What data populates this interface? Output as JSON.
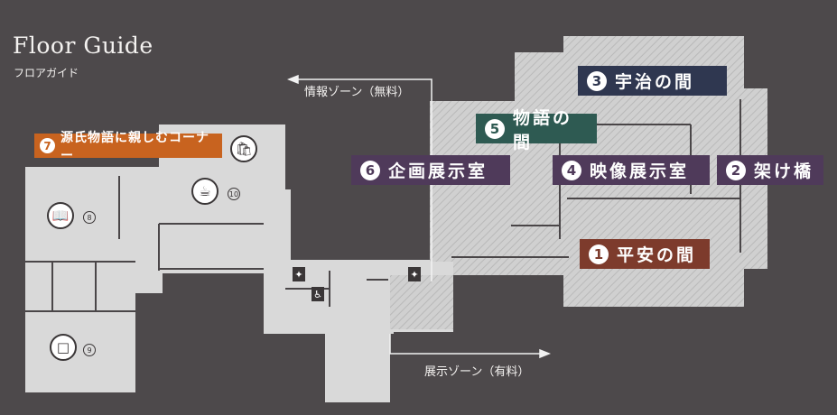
{
  "header": {
    "title": "Floor Guide",
    "subtitle": "フロアガイド"
  },
  "zones": {
    "info_zone": "情報ゾーン（無料）",
    "exhibit_zone": "展示ゾーン（有料）"
  },
  "rooms": [
    {
      "key": "room1",
      "number": "1",
      "label": "平安の間",
      "color": "#7d3b2c"
    },
    {
      "key": "room2",
      "number": "2",
      "label": "架け橋",
      "color": "#4f3a5a"
    },
    {
      "key": "room3",
      "number": "3",
      "label": "宇治の間",
      "color": "#2f3750"
    },
    {
      "key": "room4",
      "number": "4",
      "label": "映像展示室",
      "color": "#4f3a5a"
    },
    {
      "key": "room5",
      "number": "5",
      "label": "物語の間",
      "color": "#2e5a52"
    },
    {
      "key": "room6",
      "number": "6",
      "label": "企画展示室",
      "color": "#4f3a5a"
    },
    {
      "key": "room7",
      "number": "7",
      "label": "源氏物語に親しむコーナー",
      "color": "#c8631f"
    }
  ],
  "facilities": [
    {
      "key": "shop",
      "icon": "shopping-bag-icon",
      "number": ""
    },
    {
      "key": "cafe",
      "icon": "coffee-cup-icon",
      "number": "10"
    },
    {
      "key": "library",
      "icon": "book-icon",
      "number": "8"
    },
    {
      "key": "lounge",
      "icon": "sofa-icon",
      "number": "9"
    }
  ],
  "colors": {
    "background": "#4d494b",
    "floor_free": "#d7d7d7",
    "floor_paid_hatch": "#cfcfcf",
    "walls": "#4a4648"
  }
}
